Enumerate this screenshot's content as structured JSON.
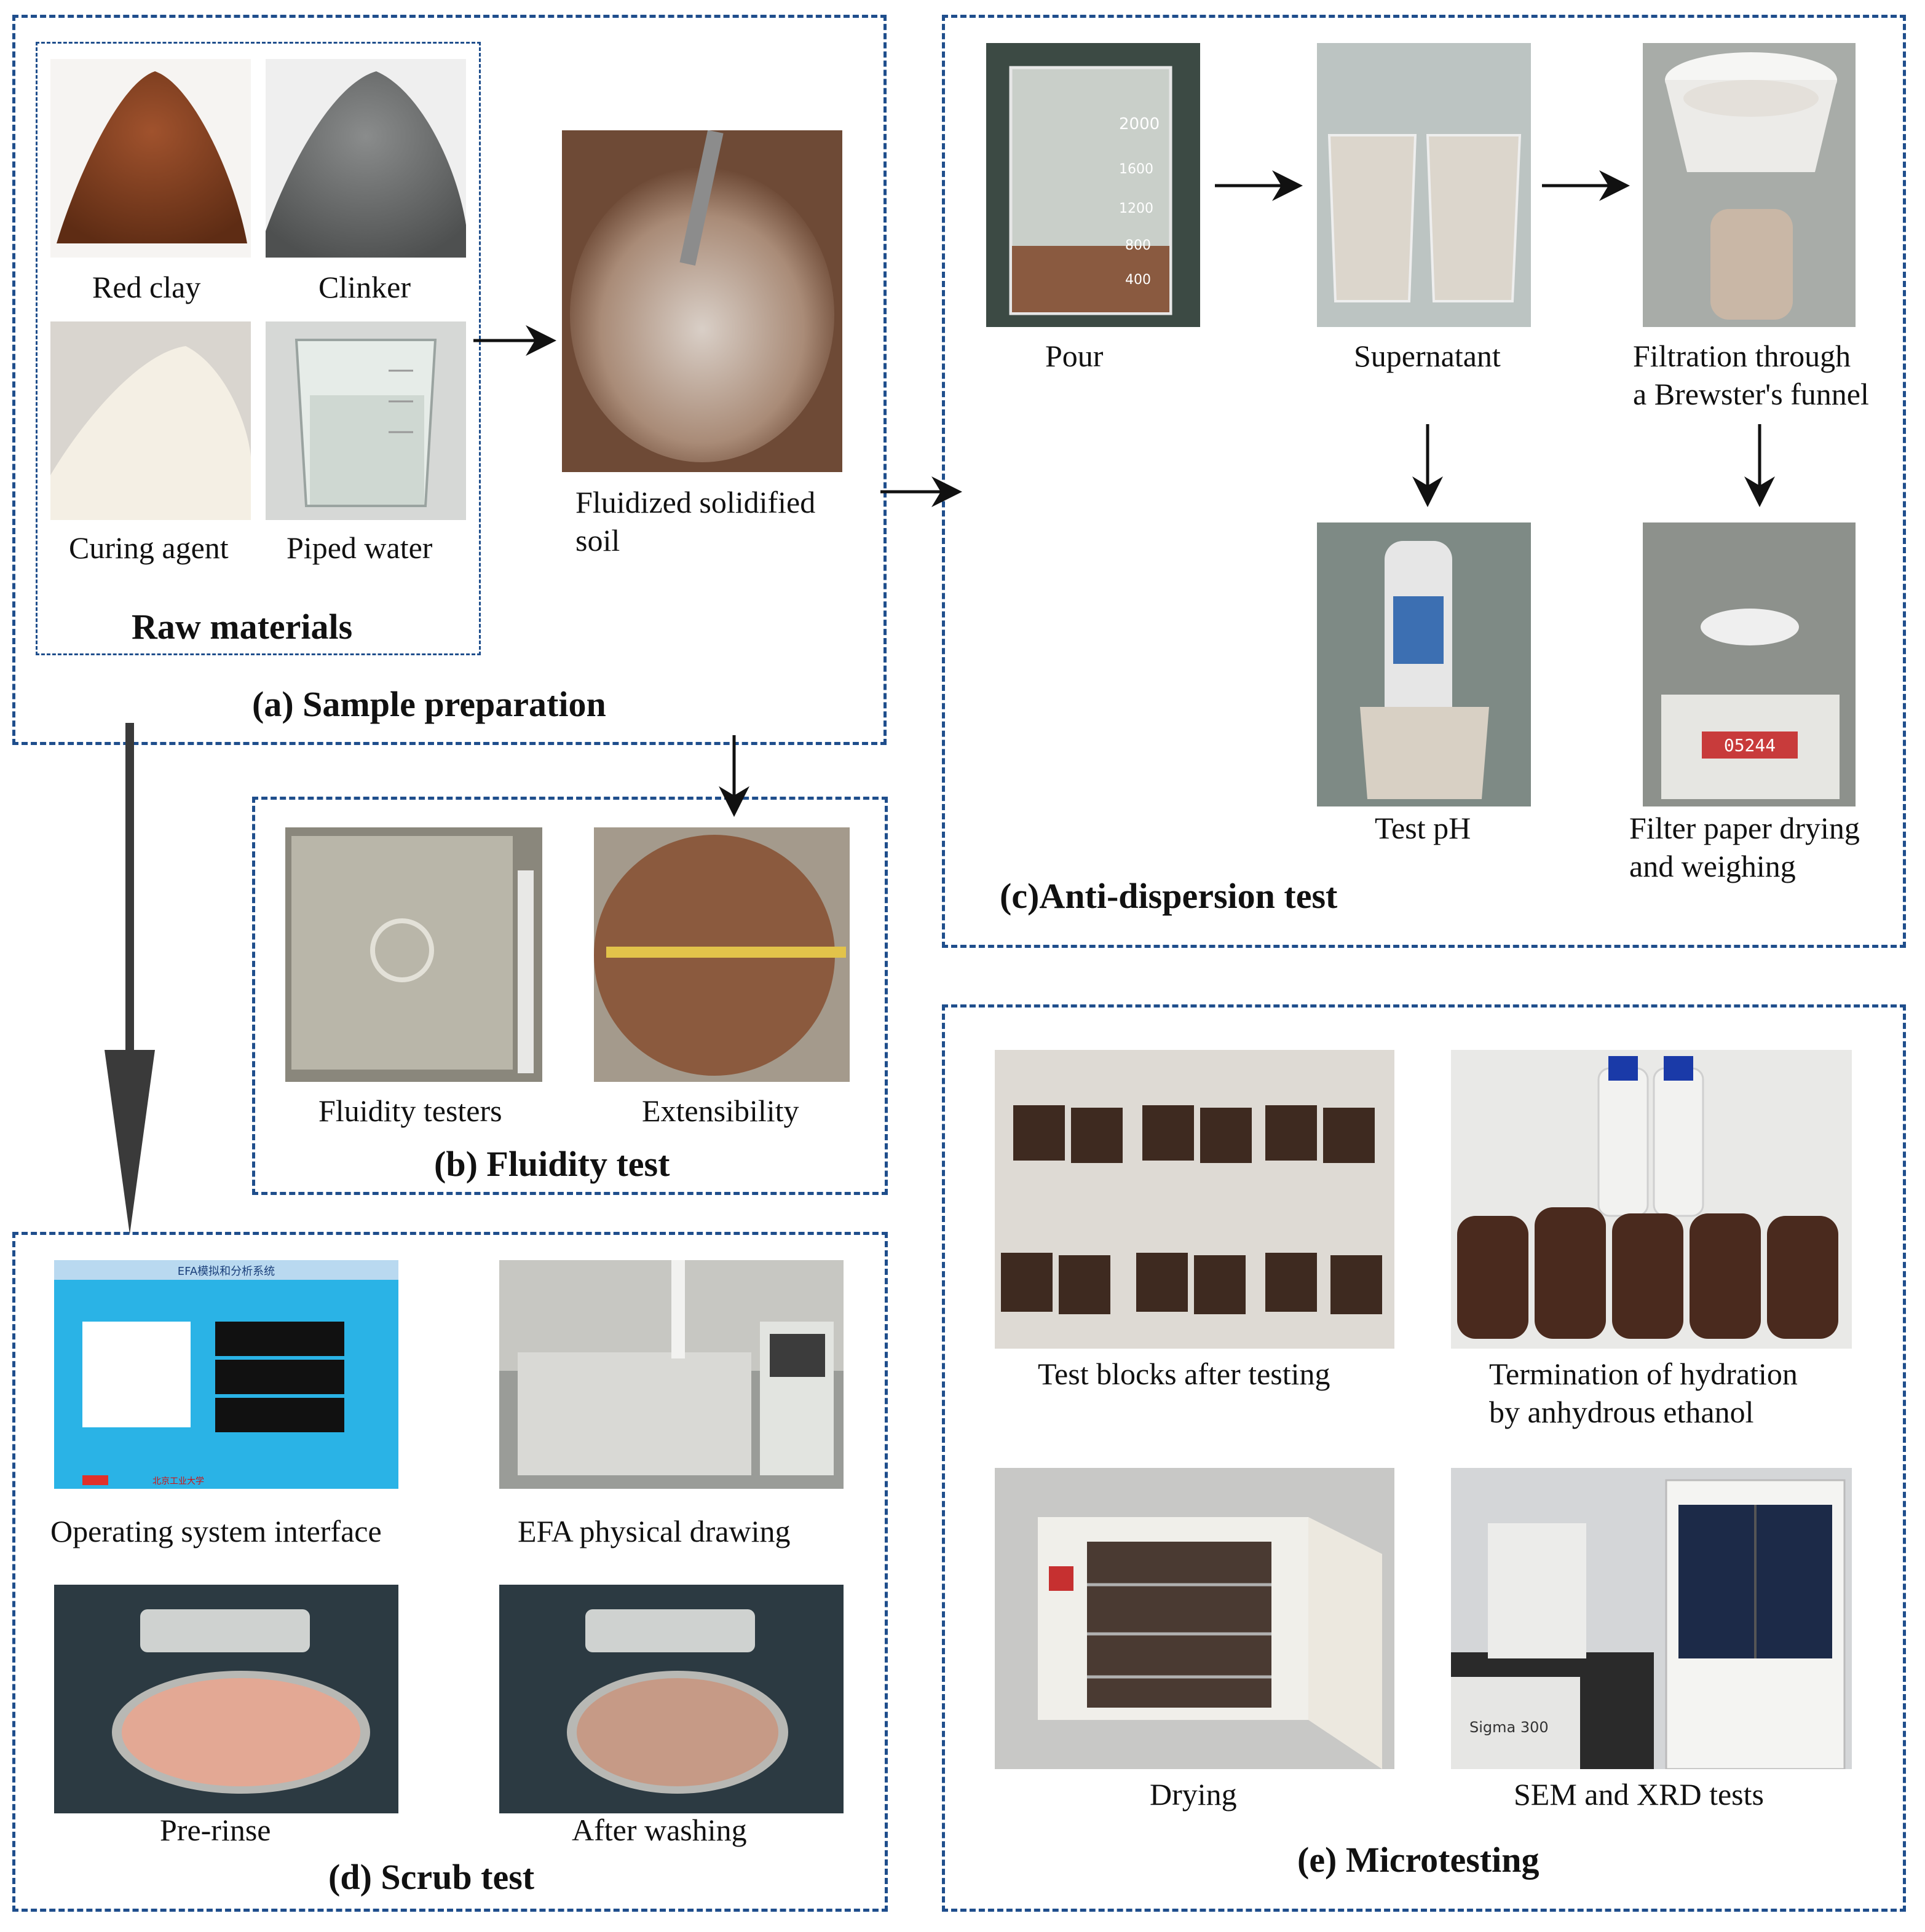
{
  "panels": {
    "a": {
      "title": "(a) Sample preparation",
      "raw_materials_title": "Raw materials",
      "red_clay": "Red clay",
      "clinker": "Clinker",
      "curing_agent": "Curing agent",
      "piped_water": "Piped water",
      "fluidized_line1": "Fluidized solidified",
      "fluidized_line2": "soil"
    },
    "b": {
      "title": "(b) Fluidity test",
      "fluidity_testers": "Fluidity testers",
      "extensibility": "Extensibility"
    },
    "c": {
      "title": "(c)Anti-dispersion test",
      "pour": "Pour",
      "supernatant": "Supernatant",
      "filtration_line1": "Filtration through",
      "filtration_line2": "a Brewster's funnel",
      "test_ph": "Test pH",
      "filter_line1": "Filter paper drying",
      "filter_line2": "and weighing",
      "balance_readout": "05244",
      "beaker_marks": [
        "2000",
        "1600",
        "1200",
        "800",
        "400"
      ]
    },
    "d": {
      "title": "(d) Scrub test",
      "operating_system": "Operating system interface",
      "efa_drawing": "EFA physical drawing",
      "pre_rinse": "Pre-rinse",
      "after_washing": "After washing",
      "ui_window_title": "EFA模拟和分析系统",
      "ui_footer": "北京工业大学"
    },
    "e": {
      "title": "(e) Microtesting",
      "test_blocks": "Test blocks after testing",
      "termination_line1": "Termination of hydration",
      "termination_line2": "by anhydrous ethanol",
      "drying": "Drying",
      "sem_xrd": "SEM and XRD tests",
      "instrument_label": "Sigma 300"
    }
  },
  "colors": {
    "box_border": "#1f4e8c",
    "arrow": "#111111"
  }
}
